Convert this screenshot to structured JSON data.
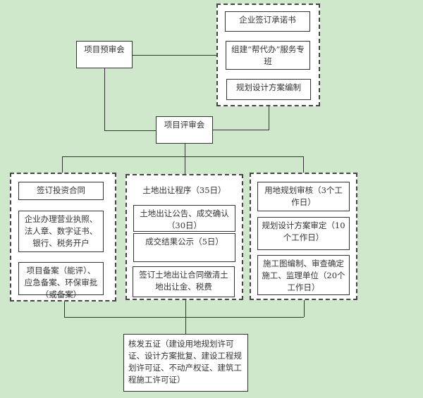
{
  "pre_review": "项目预审会",
  "top_group": [
    "企业签订承诺书",
    "组建“帮代办”服务专班",
    "规划设计方案编制"
  ],
  "review": "项目评审会",
  "left_group": [
    "签订投资合同",
    "企业办理营业执照、法人章、数字证书、银行、税务开户",
    "项目备案（能评）、应急备案、环保审批（或备案）"
  ],
  "middle_group": {
    "title": "土地出让程序（35日）",
    "items": [
      "土地出让公告、成交确认（30日）",
      "成交结果公示（5日）",
      "签订土地出让合同缴清土地出让金、税费"
    ]
  },
  "right_group": [
    "用地规划审核（3个工作日）",
    "规划设计方案审定（10个工作日）",
    "施工图编制、审查确定施工、监理单位（20个工作日）"
  ],
  "final": "核发五证（建设用地规划许可证、设计方案批复、建设工程规划许可证、不动产权证、建筑工程施工许可证）"
}
